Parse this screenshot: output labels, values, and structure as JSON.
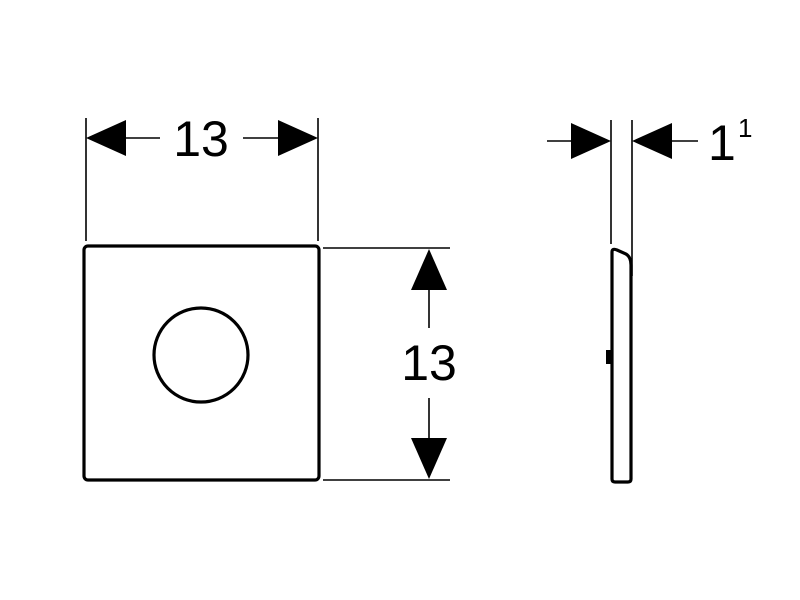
{
  "drawing": {
    "width_dimension": "13",
    "height_dimension": "13",
    "thickness_dimension": "1",
    "thickness_superscript": "1",
    "line_color": "#000000",
    "background_color": "#ffffff"
  }
}
